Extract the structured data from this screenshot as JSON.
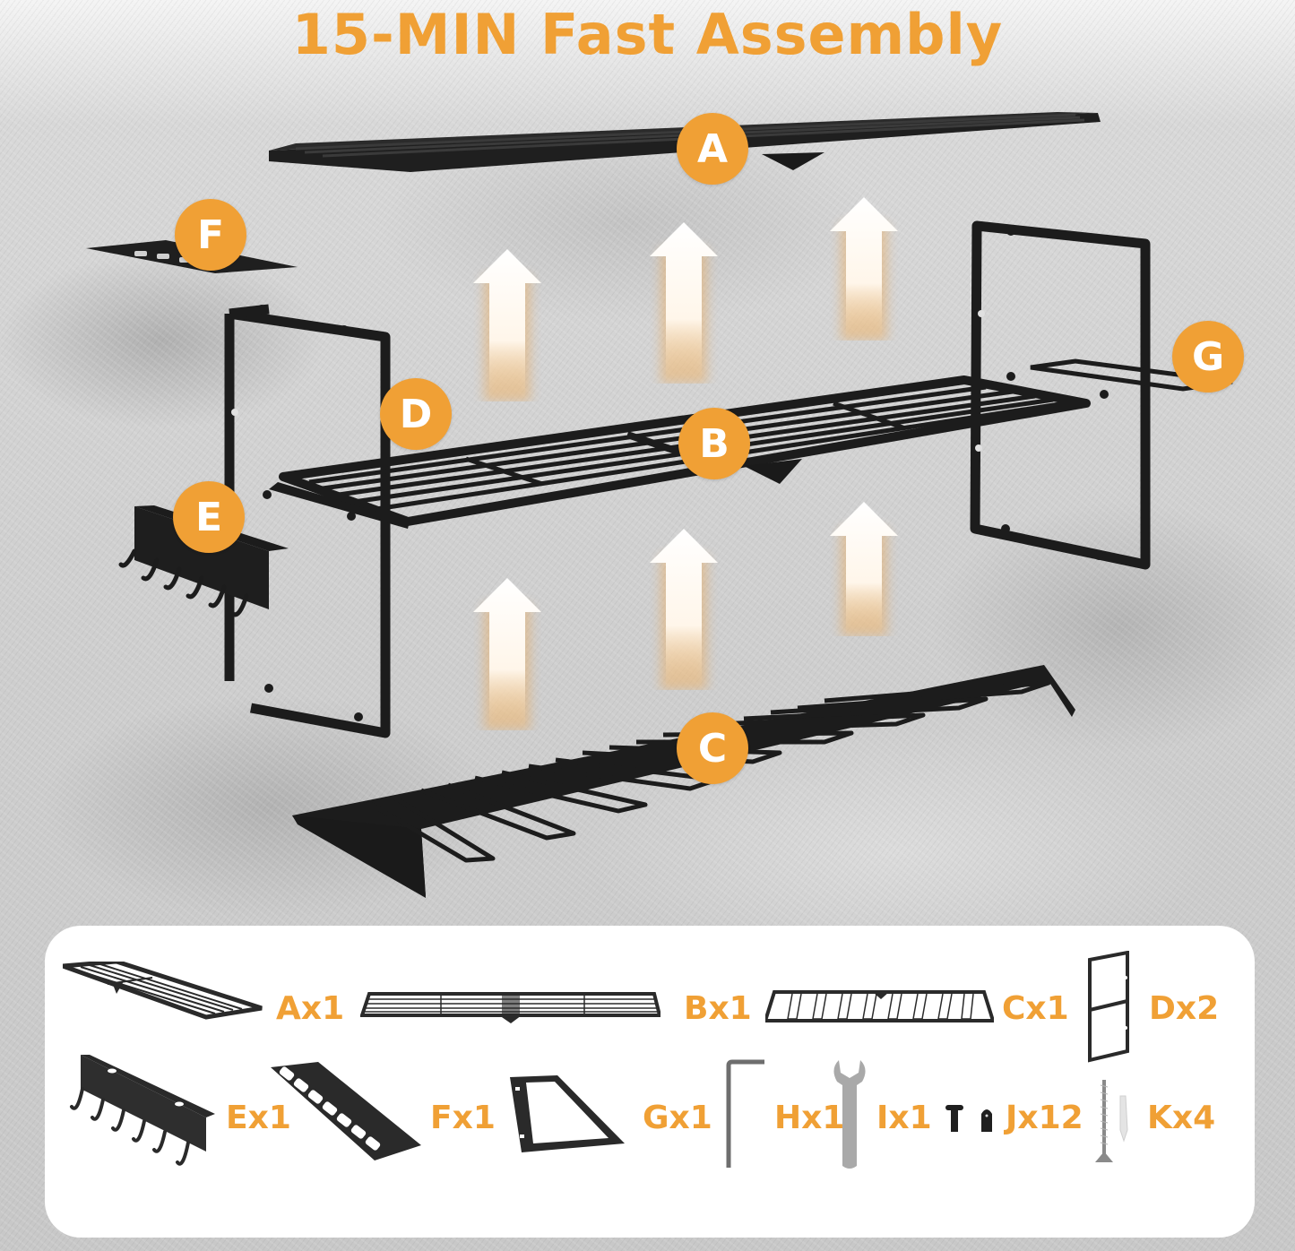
{
  "title": "15-MIN Fast Assembly",
  "colors": {
    "accent": "#f0a035",
    "metal": "#1e1e1e",
    "wall": "#c9c9c9",
    "panel": "#ffffff",
    "badge_text": "#ffffff"
  },
  "callouts": [
    {
      "letter": "A",
      "part": "top-shelf"
    },
    {
      "letter": "B",
      "part": "middle-shelf"
    },
    {
      "letter": "C",
      "part": "tool-slot-rack"
    },
    {
      "letter": "D",
      "part": "side-frame"
    },
    {
      "letter": "E",
      "part": "hook-bracket"
    },
    {
      "letter": "F",
      "part": "holder-plate"
    },
    {
      "letter": "G",
      "part": "side-bracket"
    }
  ],
  "arrows": {
    "count": 6,
    "direction": "up",
    "icon": "up-arrow-icon"
  },
  "parts_list": [
    {
      "label": "Ax1",
      "icon": "top-shelf-icon"
    },
    {
      "label": "Bx1",
      "icon": "middle-shelf-icon"
    },
    {
      "label": "Cx1",
      "icon": "tool-rack-icon"
    },
    {
      "label": "Dx2",
      "icon": "side-frame-icon"
    },
    {
      "label": "Ex1",
      "icon": "hook-bracket-icon"
    },
    {
      "label": "Fx1",
      "icon": "holder-plate-icon"
    },
    {
      "label": "Gx1",
      "icon": "side-bracket-icon"
    },
    {
      "label": "Hx1",
      "icon": "allen-key-icon"
    },
    {
      "label": "Ix1",
      "icon": "wrench-icon"
    },
    {
      "label": "Jx12",
      "icon": "bolt-and-nut-icon"
    },
    {
      "label": "Kx4",
      "icon": "screw-and-anchor-icon"
    }
  ]
}
